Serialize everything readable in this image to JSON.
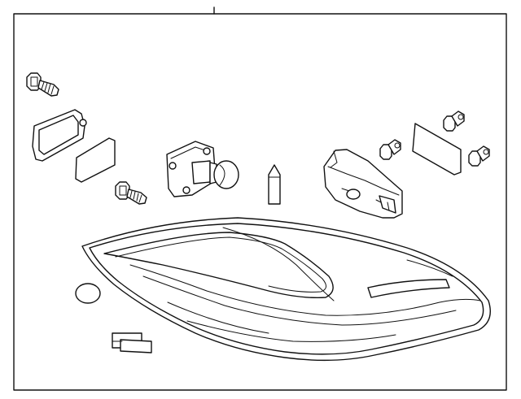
{
  "diagram": {
    "parts": [
      {
        "name": "screw-upper-left",
        "icon": "screw-icon"
      },
      {
        "name": "lamp-gasket",
        "icon": "gasket-icon"
      },
      {
        "name": "gasket-pad-left",
        "icon": "pad-icon"
      },
      {
        "name": "screw-lower-left",
        "icon": "screw-icon"
      },
      {
        "name": "bulb-socket",
        "icon": "socket-icon"
      },
      {
        "name": "bulb",
        "icon": "bulb-icon"
      },
      {
        "name": "wedge-bulb",
        "icon": "wedge-bulb-icon"
      },
      {
        "name": "lamp-housing-bracket",
        "icon": "bracket-icon"
      },
      {
        "name": "nut-center",
        "icon": "nut-icon"
      },
      {
        "name": "gasket-pad-right",
        "icon": "pad-icon"
      },
      {
        "name": "nut-upper-right",
        "icon": "nut-icon"
      },
      {
        "name": "nut-right",
        "icon": "nut-icon"
      },
      {
        "name": "tail-lamp-assembly",
        "icon": "tail-lamp-icon"
      },
      {
        "name": "round-plug",
        "icon": "plug-icon"
      },
      {
        "name": "label-tag",
        "icon": "label-icon"
      }
    ]
  }
}
